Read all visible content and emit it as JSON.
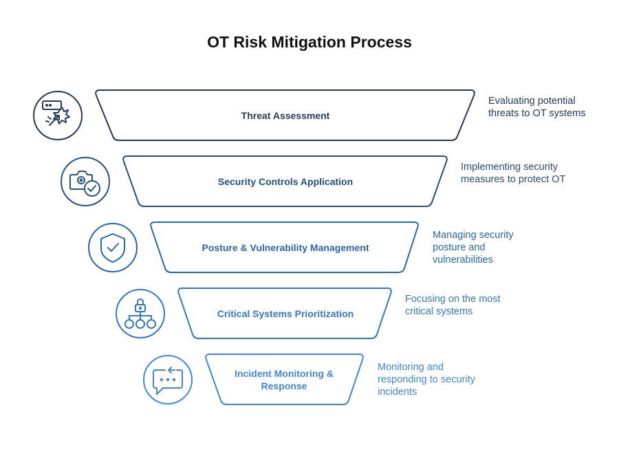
{
  "title": "OT Risk Mitigation Process",
  "colors": {
    "levels": [
      "#223a58",
      "#244f80",
      "#2966ad",
      "#3277cc",
      "#3f86e0"
    ]
  },
  "levels": [
    {
      "label": "Threat Assessment",
      "description": "Evaluating potential\nthreats to OT systems",
      "icon": "network-threat-icon"
    },
    {
      "label": "Security Controls Application",
      "description": "Implementing security\nmeasures to protect OT",
      "icon": "camera-check-icon"
    },
    {
      "label": "Posture & Vulnerability Management",
      "description": "Managing security\nposture and\nvulnerabilities",
      "icon": "shield-check-icon"
    },
    {
      "label": "Critical Systems Prioritization",
      "description": "Focusing on the most\ncritical systems",
      "icon": "hierarchy-lock-icon"
    },
    {
      "label": "Incident Monitoring &\nResponse",
      "description": "Monitoring and\nresponding to security\nincidents",
      "icon": "chat-refresh-icon"
    }
  ]
}
